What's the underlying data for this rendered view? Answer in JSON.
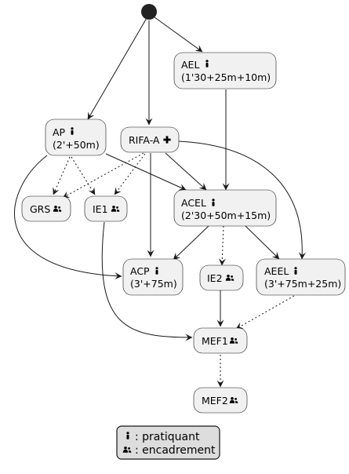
{
  "colors": {
    "node_fill": "#f1f1f1",
    "stroke": "#181818",
    "legend_fill": "#dddddd",
    "start": "#222222"
  },
  "icons": {
    "pratiquant": "person-icon",
    "encadrement": "group-icon"
  },
  "nodes": {
    "ael": {
      "line1": "AEL",
      "icon": "person-icon",
      "line2": "(1'30+25m+10m)"
    },
    "ap": {
      "line1": "AP",
      "icon": "person-icon",
      "line2": "(2'+50m)"
    },
    "rifa": {
      "line1": "RIFA-A",
      "icon": "plus-icon"
    },
    "grs": {
      "line1": "GRS",
      "icon": "group-icon"
    },
    "ie1": {
      "line1": "IE1",
      "icon": "group-icon"
    },
    "acel": {
      "line1": "ACEL",
      "icon": "person-icon",
      "line2": "(2'30+50m+15m)"
    },
    "acp": {
      "line1": "ACP",
      "icon": "person-icon",
      "line2": "(3'+75m)"
    },
    "ie2": {
      "line1": "IE2",
      "icon": "group-icon"
    },
    "aeel": {
      "line1": "AEEL",
      "icon": "person-icon",
      "line2": "(3'+75m+25m)"
    },
    "mef1": {
      "line1": "MEF1",
      "icon": "group-icon"
    },
    "mef2": {
      "line1": "MEF2",
      "icon": "group-icon"
    }
  },
  "legend": {
    "pratiquant": ": pratiquant",
    "encadrement": ": encadrement"
  }
}
